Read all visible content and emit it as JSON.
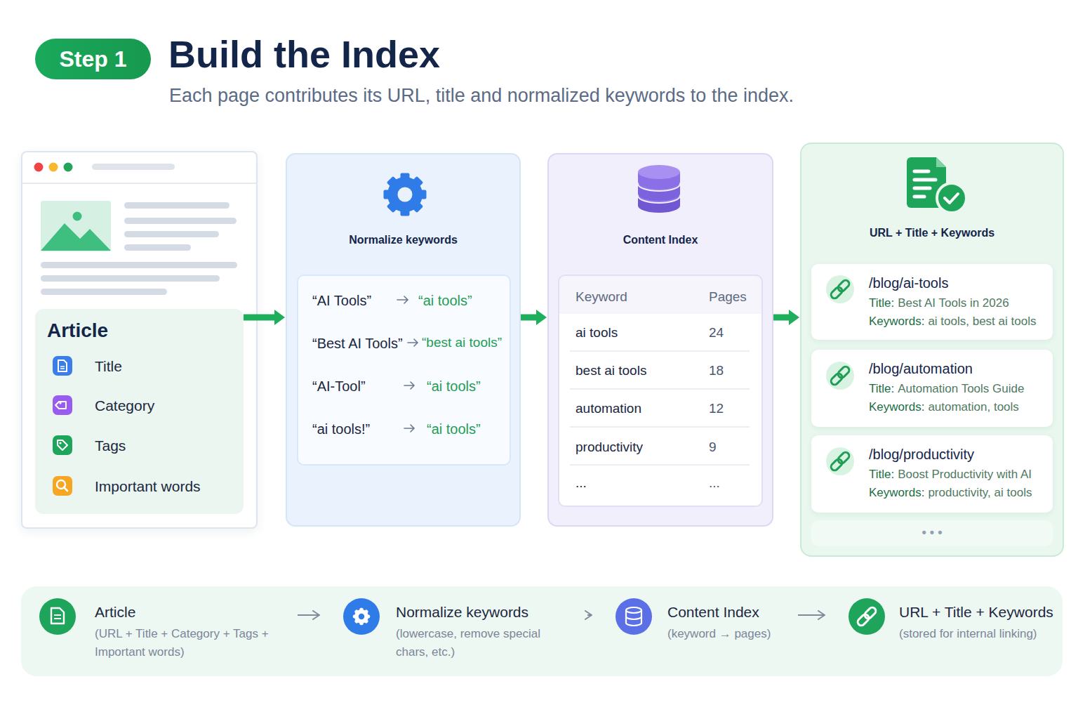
{
  "diagram": {
    "title": "Build the Index",
    "caption": "Each page contributes its URL, title and normalized keywords to the index.",
    "nodes": [
      {
        "text": [
          "Step 1"
        ]
      },
      {
        "text": [
          "Article",
          "Title",
          "Category",
          "Tags",
          "Important words"
        ]
      },
      {
        "text": [
          "Normalize keywords"
        ]
      },
      {
        "text": [
          "“AI Tools”",
          "“ai tools”",
          "“Best AI Tools”",
          "“best ai tools”",
          "“AI-Tool”",
          "“ai tools”",
          "“ai tools!”",
          "“ai tools”"
        ],
        "in": 2
      },
      {
        "text": [
          "Content Index"
        ]
      },
      {
        "text": [
          "Keyword",
          "Pages",
          "ai tools",
          "24",
          "best ai tools",
          "18",
          "automation",
          "12",
          "productivity",
          "9",
          "...",
          "..."
        ],
        "in": 4
      },
      {
        "text": [
          "URL + Title + Keywords"
        ]
      },
      {
        "text": [
          "/blog/ai-tools",
          "Title:",
          "Best AI Tools in 2026",
          "Keywords:",
          "ai tools, best ai tools"
        ],
        "in": 6
      },
      {
        "text": [
          "/blog/automation",
          "Title:",
          "Automation Tools Guide",
          "Keywords:",
          "automation, tools"
        ],
        "in": 6
      },
      {
        "text": [
          "/blog/productivity",
          "Title:",
          "Boost Productivity with AI",
          "Keywords:",
          "productivity, ai tools"
        ],
        "in": 6
      },
      {
        "text": [
          "• • •"
        ],
        "in": 6
      },
      {
        "text": [
          "Article",
          "(URL + Title + Category + Tags + Important words)"
        ]
      },
      {
        "text": [
          "Normalize keywords",
          "(lowercase, remove special chars, etc.)"
        ]
      },
      {
        "text": [
          "Content Index",
          "(keyword → pages)"
        ]
      },
      {
        "text": [
          "URL + Title + Keywords",
          "(stored for internal linking)"
        ]
      }
    ],
    "edges": [
      {
        "from": 1,
        "to": 2,
        "arrow": "to"
      },
      {
        "from": 2,
        "to": 4,
        "arrow": "to"
      },
      {
        "from": 4,
        "to": 6,
        "arrow": "to"
      },
      {
        "from": 11,
        "to": 12,
        "arrow": "to"
      },
      {
        "from": 12,
        "to": 13,
        "arrow": "to"
      },
      {
        "from": 13,
        "to": 14,
        "arrow": "to"
      }
    ]
  }
}
